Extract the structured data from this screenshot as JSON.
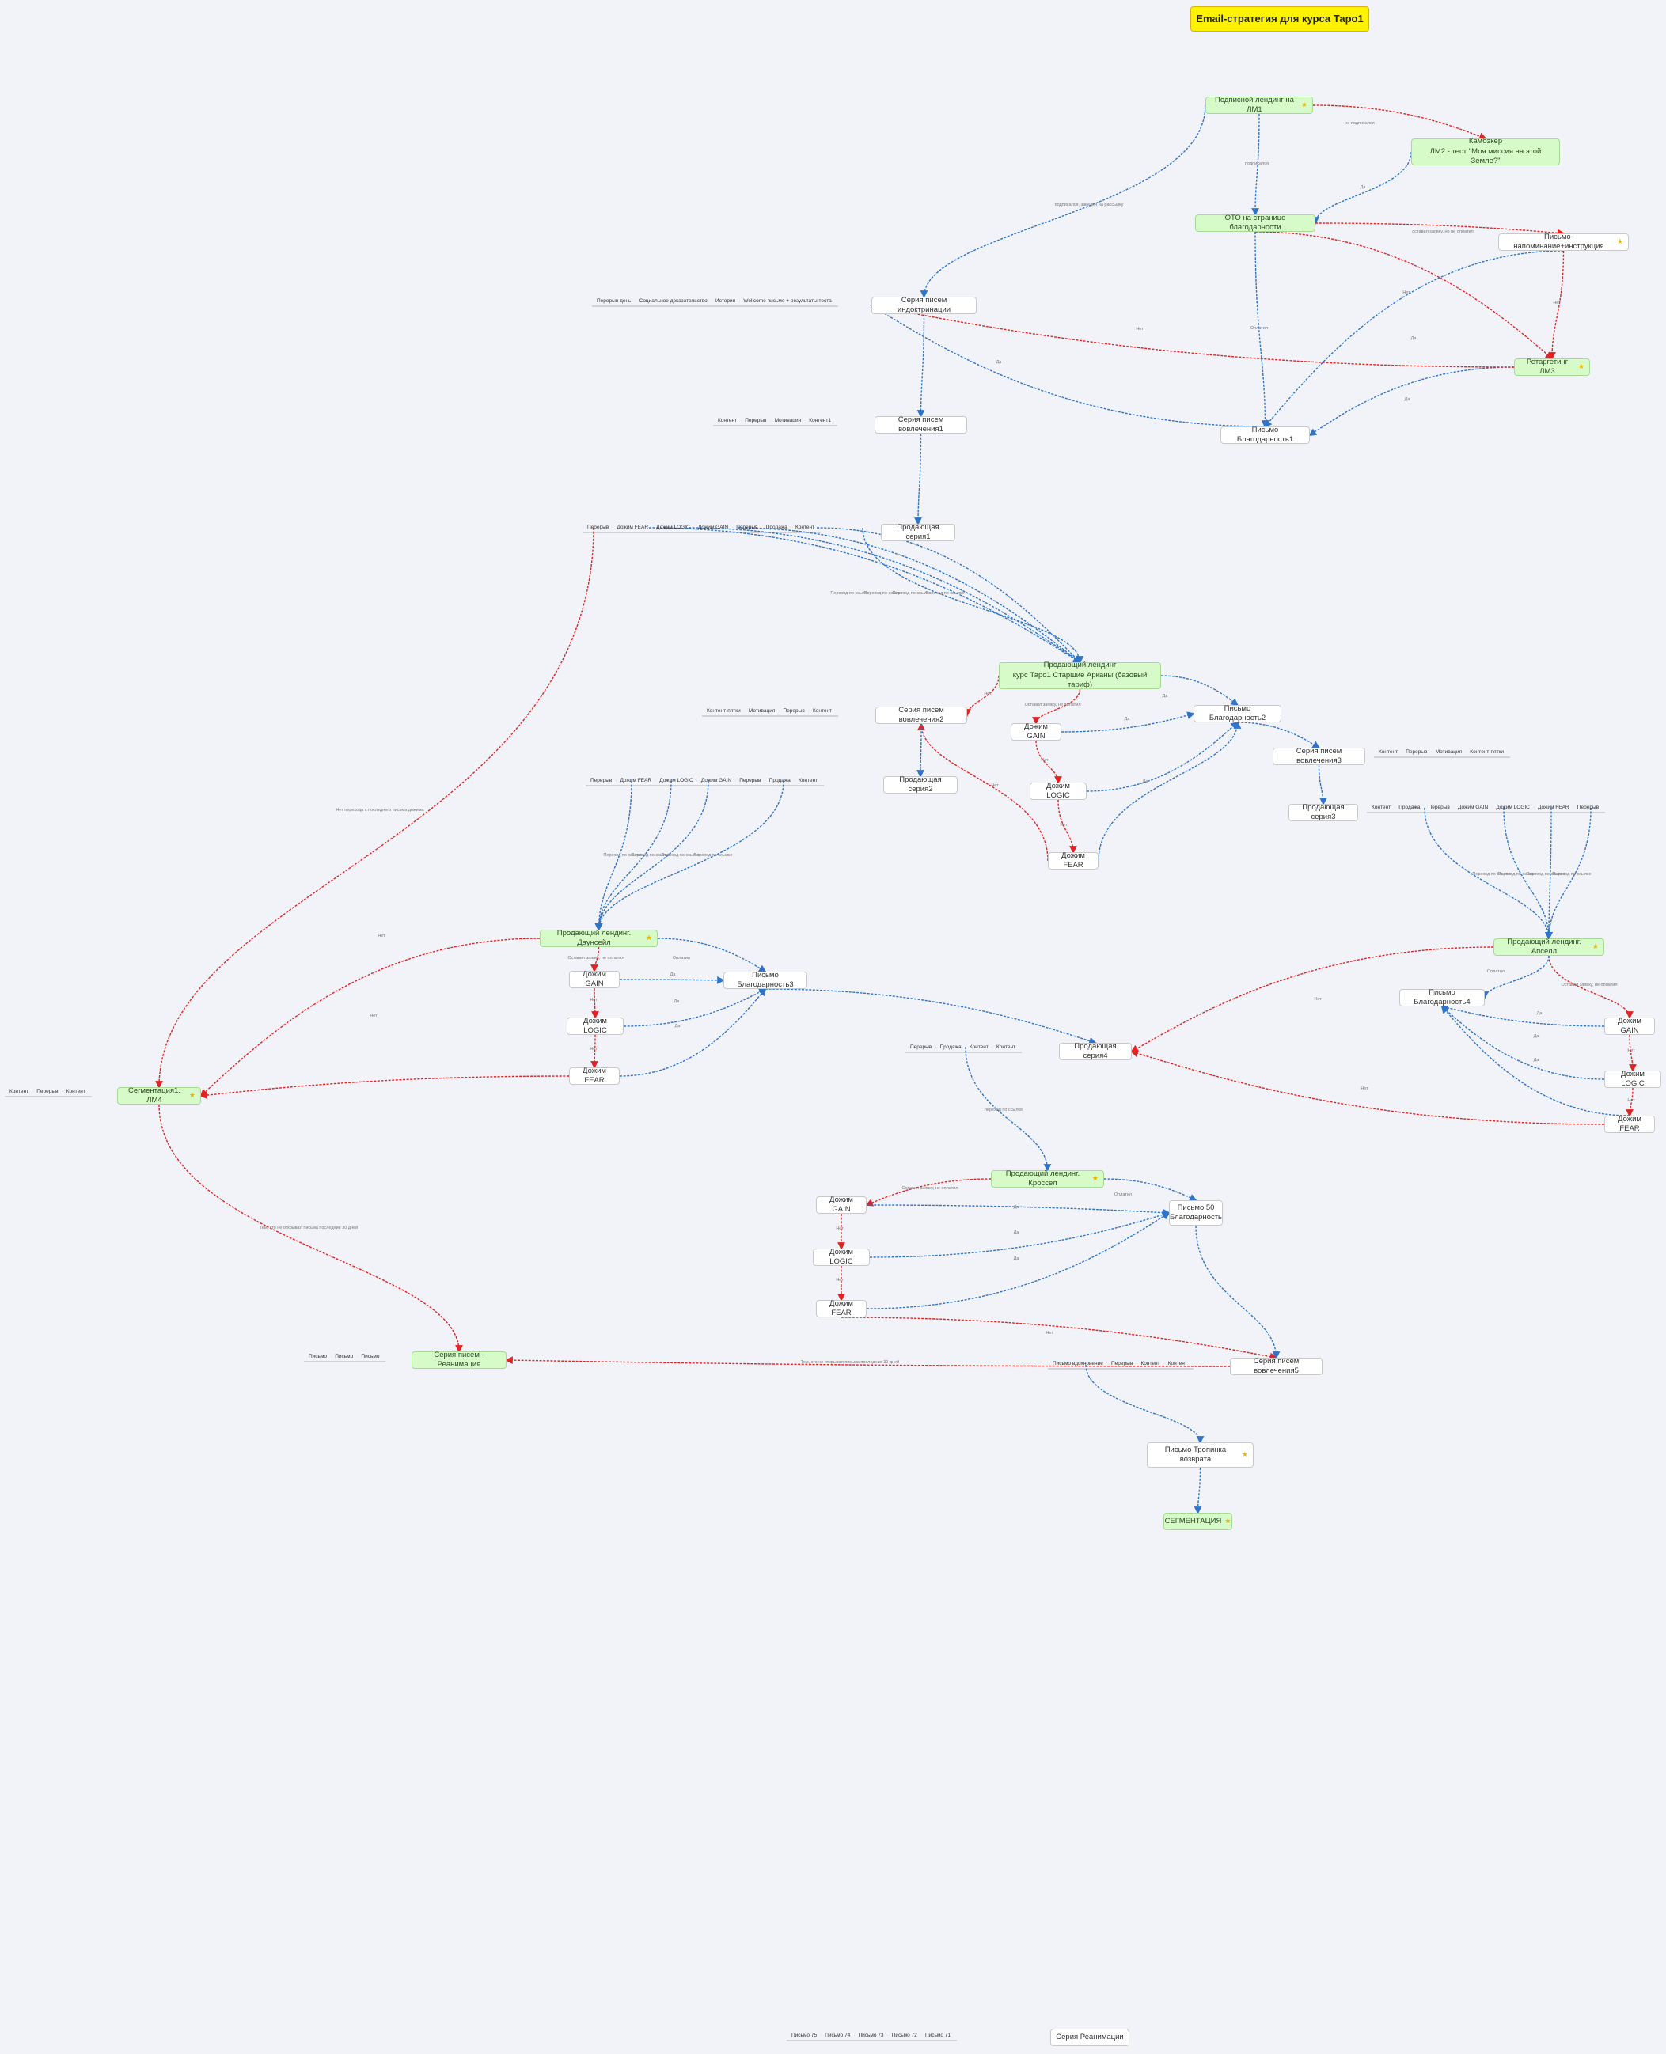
{
  "title": "Email-стратегия для курса Таро1",
  "colors": {
    "blue": "#2f74c8",
    "red": "#e02424",
    "green_node": "#d7fbc8",
    "yellow_node": "#fff200"
  },
  "nodes": [
    {
      "id": "title",
      "text": "Email-стратегия для курса Таро1",
      "style": "yellow"
    },
    {
      "id": "lm1",
      "text": "Подписной лендинг на ЛМ1",
      "style": "green",
      "star": true
    },
    {
      "id": "kambekker",
      "text": "Камбэкер\nЛМ2 - тест \"Моя миссия на этой Земле?\"",
      "style": "green"
    },
    {
      "id": "oto",
      "text": "ОТО на странице благодарности",
      "style": "green"
    },
    {
      "id": "reminder",
      "text": "Письмо-напоминание+инструкция",
      "style": "white",
      "star": true
    },
    {
      "id": "retarget",
      "text": "Ретаргетинг ЛМ3",
      "style": "green",
      "star": true
    },
    {
      "id": "thanks1",
      "text": "Письмо Благодарность1",
      "style": "white"
    },
    {
      "id": "indoc",
      "text": "Серия писем индоктринации",
      "style": "white"
    },
    {
      "id": "engage1",
      "text": "Серия писем вовлечения1",
      "style": "white"
    },
    {
      "id": "sales1",
      "text": "Продающая серия1",
      "style": "white"
    },
    {
      "id": "landing_base",
      "text": "Продающий лендинг\nкурс Таро1 Старшие Арканы (базовый тариф)",
      "style": "green"
    },
    {
      "id": "engage2",
      "text": "Серия писем вовлечения2",
      "style": "white"
    },
    {
      "id": "thanks2",
      "text": "Письмо Благодарность2",
      "style": "white"
    },
    {
      "id": "gain1",
      "text": "Дожим GAIN",
      "style": "white"
    },
    {
      "id": "logic1",
      "text": "Дожим LOGIC",
      "style": "white"
    },
    {
      "id": "fear1",
      "text": "Дожим FEAR",
      "style": "white"
    },
    {
      "id": "sales2",
      "text": "Продающая серия2",
      "style": "white"
    },
    {
      "id": "engage3",
      "text": "Серия писем вовлечения3",
      "style": "white"
    },
    {
      "id": "sales3",
      "text": "Продающая серия3",
      "style": "white"
    },
    {
      "id": "downsell",
      "text": "Продающий лендинг. Даунсейл",
      "style": "green",
      "star": true
    },
    {
      "id": "gain2",
      "text": "Дожим GAIN",
      "style": "white"
    },
    {
      "id": "logic2",
      "text": "Дожим LOGIC",
      "style": "white"
    },
    {
      "id": "fear2",
      "text": "Дожим FEAR",
      "style": "white"
    },
    {
      "id": "thanks3",
      "text": "Письмо Благодарность3",
      "style": "white"
    },
    {
      "id": "upsell",
      "text": "Продающий лендинг. Апселл",
      "style": "green",
      "star": true
    },
    {
      "id": "thanks4",
      "text": "Письмо Благодарность4",
      "style": "white"
    },
    {
      "id": "gain3",
      "text": "Дожим GAIN",
      "style": "white"
    },
    {
      "id": "logic3",
      "text": "Дожим LOGIC",
      "style": "white"
    },
    {
      "id": "fear3",
      "text": "Дожим FEAR",
      "style": "white"
    },
    {
      "id": "sales4",
      "text": "Продающая серия4",
      "style": "white"
    },
    {
      "id": "segm1",
      "text": "Сегментация1. ЛМ4",
      "style": "green",
      "star": true
    },
    {
      "id": "crosssell",
      "text": "Продающий лендинг. Кроссел",
      "style": "green",
      "star": true
    },
    {
      "id": "gain4",
      "text": "Дожим GAIN",
      "style": "white"
    },
    {
      "id": "logic4",
      "text": "Дожим LOGIC",
      "style": "white"
    },
    {
      "id": "fear4",
      "text": "Дожим FEAR",
      "style": "white"
    },
    {
      "id": "thanks5",
      "text": "Письмо 50\nБлагодарность",
      "style": "white"
    },
    {
      "id": "engage5",
      "text": "Серия писем вовлечения5",
      "style": "white"
    },
    {
      "id": "reanim",
      "text": "Серия писем - Реанимация",
      "style": "green"
    },
    {
      "id": "tropinka",
      "text": "Письмо Тропинка возврата",
      "style": "white",
      "star": true
    },
    {
      "id": "segmentation",
      "text": "СЕГМЕНТАЦИЯ",
      "style": "green",
      "star": true
    },
    {
      "id": "reanim2",
      "text": "Серия Реанимации",
      "style": "white"
    }
  ],
  "tags": [
    {
      "id": "t_indoc",
      "items": [
        "Перерыв день",
        "Социальное доказательство",
        "История",
        "Wellcome письмо + результаты теста"
      ]
    },
    {
      "id": "t_eng1",
      "items": [
        "Контент",
        "Перерыв",
        "Мотивация",
        "Контент1"
      ]
    },
    {
      "id": "t_sales1",
      "items": [
        "Перерыв",
        "Дожим FEAR",
        "Дожим LOGIC",
        "Дожим GAIN",
        "Перерыв",
        "Продажа",
        "Контент"
      ]
    },
    {
      "id": "t_eng2",
      "items": [
        "Контент-пятки",
        "Мотивация",
        "Перерыв",
        "Контент"
      ]
    },
    {
      "id": "t_sales2",
      "items": [
        "Перерыв",
        "Дожим FEAR",
        "Дожим LOGIC",
        "Дожим GAIN",
        "Перерыв",
        "Продажа",
        "Контент"
      ]
    },
    {
      "id": "t_eng3",
      "items": [
        "Контент",
        "Перерыв",
        "Мотивация",
        "Контент-пятки"
      ]
    },
    {
      "id": "t_sales3",
      "items": [
        "Контент",
        "Продажа",
        "Перерыв",
        "Дожим GAIN",
        "Дожим LOGIC",
        "Дожим FEAR",
        "Перерыв"
      ]
    },
    {
      "id": "t_sales4",
      "items": [
        "Перерыв",
        "Продажа",
        "Контент",
        "Контент"
      ]
    },
    {
      "id": "t_segm",
      "items": [
        "Контент",
        "Перерыв",
        "Контент"
      ]
    },
    {
      "id": "t_reanim",
      "items": [
        "Письмо",
        "Письмо",
        "Письмо"
      ]
    },
    {
      "id": "t_eng5",
      "items": [
        "Письмо вдохновение",
        "Перерыв",
        "Контент",
        "Контент"
      ]
    },
    {
      "id": "t_bottom",
      "items": [
        "Письмо 75",
        "Письмо 74",
        "Письмо 73",
        "Письмо 72",
        "Письмо 71"
      ]
    }
  ],
  "edge_labels": [
    {
      "id": "l1",
      "text": "не подписался"
    },
    {
      "id": "l2",
      "text": "подписался"
    },
    {
      "id": "l3",
      "text": "подписался, заведен на рассылку"
    },
    {
      "id": "l4",
      "text": "Да"
    },
    {
      "id": "l5",
      "text": "оставил заявку, но не оплатил"
    },
    {
      "id": "l6",
      "text": "Нет"
    },
    {
      "id": "l7",
      "text": "Нет"
    },
    {
      "id": "l8",
      "text": "Да"
    },
    {
      "id": "l9",
      "text": "Оплатил"
    },
    {
      "id": "l10",
      "text": "Да"
    },
    {
      "id": "l11",
      "text": "Нет"
    },
    {
      "id": "l12",
      "text": "Да"
    },
    {
      "id": "l13",
      "text": "Переход по ссылке"
    },
    {
      "id": "l14",
      "text": "Переход по ссылке"
    },
    {
      "id": "l15",
      "text": "Переход по ссылке"
    },
    {
      "id": "l16",
      "text": "Переход по ссылке"
    },
    {
      "id": "l17",
      "text": "Нет"
    },
    {
      "id": "l18",
      "text": "Оставил заявку, не оплатил"
    },
    {
      "id": "l19",
      "text": "Да"
    },
    {
      "id": "l20",
      "text": "Нет"
    },
    {
      "id": "l21",
      "text": "Да"
    },
    {
      "id": "l22",
      "text": "Нет"
    },
    {
      "id": "l23",
      "text": "Да"
    },
    {
      "id": "l24",
      "text": "Нет"
    },
    {
      "id": "l25",
      "text": "Нет перехода с последнего письма дожима"
    },
    {
      "id": "l26",
      "text": "Переход по ссылке"
    },
    {
      "id": "l27",
      "text": "Переход по ссылке"
    },
    {
      "id": "l28",
      "text": "Переход по ссылке"
    },
    {
      "id": "l29",
      "text": "Переход по ссылке"
    },
    {
      "id": "l30",
      "text": "Оставил заявку, не оплатил"
    },
    {
      "id": "l31",
      "text": "Оплатил"
    },
    {
      "id": "l32",
      "text": "Нет"
    },
    {
      "id": "l33",
      "text": "Да"
    },
    {
      "id": "l34",
      "text": "Нет"
    },
    {
      "id": "l35",
      "text": "Да"
    },
    {
      "id": "l36",
      "text": "Да"
    },
    {
      "id": "l37",
      "text": "Нет"
    },
    {
      "id": "l38",
      "text": "Нет"
    },
    {
      "id": "l39",
      "text": "Переход по ссылке"
    },
    {
      "id": "l40",
      "text": "Переход по ссылке"
    },
    {
      "id": "l41",
      "text": "Переход по ссылке"
    },
    {
      "id": "l42",
      "text": "Переход по ссылке"
    },
    {
      "id": "l43",
      "text": "Оставил заявку, не оплатил"
    },
    {
      "id": "l44",
      "text": "Оплатил"
    },
    {
      "id": "l45",
      "text": "Нет"
    },
    {
      "id": "l46",
      "text": "Да"
    },
    {
      "id": "l47",
      "text": "Нет"
    },
    {
      "id": "l48",
      "text": "Да"
    },
    {
      "id": "l49",
      "text": "Да"
    },
    {
      "id": "l50",
      "text": "Нет"
    },
    {
      "id": "l51",
      "text": "Нет"
    },
    {
      "id": "l52",
      "text": "переход по ссылке"
    },
    {
      "id": "l53",
      "text": "Оставил заявку, не оплатил"
    },
    {
      "id": "l54",
      "text": "Оплатил"
    },
    {
      "id": "l55",
      "text": "Нет"
    },
    {
      "id": "l56",
      "text": "Да"
    },
    {
      "id": "l57",
      "text": "Нет"
    },
    {
      "id": "l58",
      "text": "Да"
    },
    {
      "id": "l59",
      "text": "Да"
    },
    {
      "id": "l60",
      "text": "Нет"
    },
    {
      "id": "l61",
      "text": "Тем, кто не открывал письма последние 30 дней"
    },
    {
      "id": "l62",
      "text": "Тем, кто не открывал письма последние 30 дней"
    }
  ]
}
